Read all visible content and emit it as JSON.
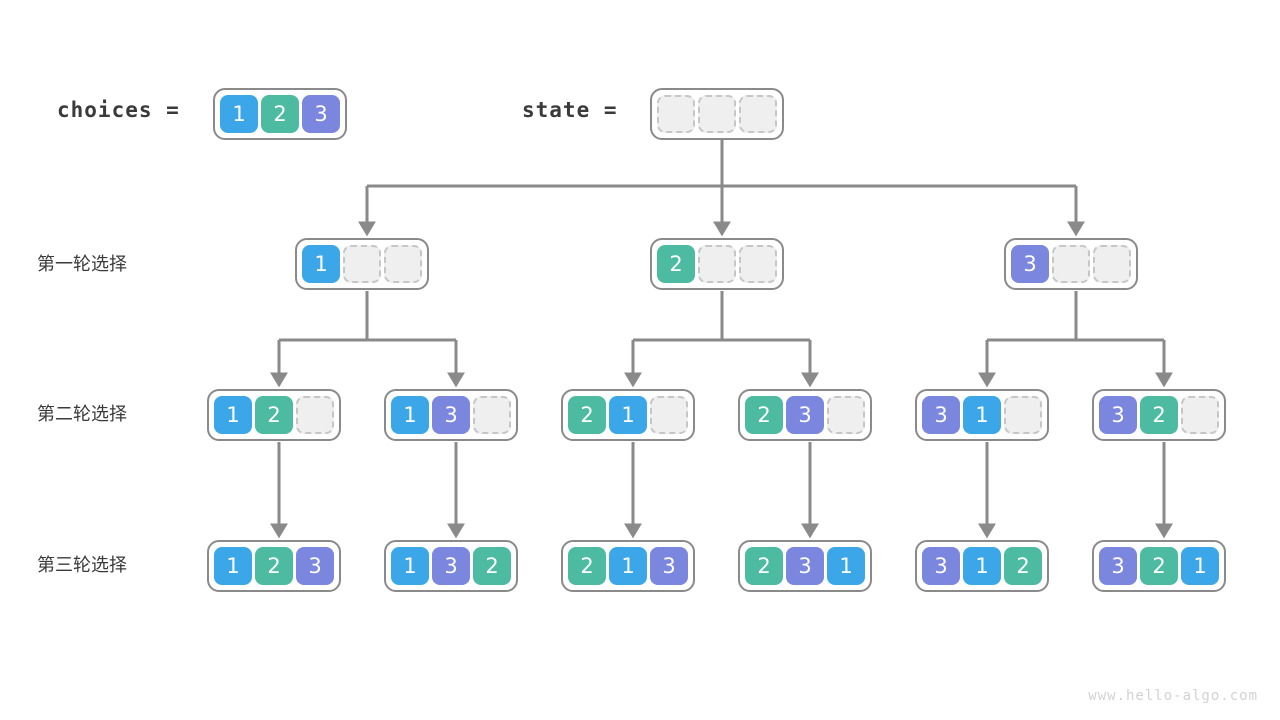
{
  "header": {
    "choices_label": "choices =",
    "state_label": "state =",
    "choices_values": [
      "1",
      "2",
      "3"
    ],
    "state_values": [
      "",
      "",
      ""
    ]
  },
  "row_labels": {
    "round1": "第一轮选择",
    "round2": "第二轮选择",
    "round3": "第三轮选择"
  },
  "colors": {
    "value_1": "#3BA7E8",
    "value_2": "#4CBBA2",
    "value_3": "#7B86DE",
    "empty_fill": "#EFEFEF",
    "empty_border": "#C6C6C6",
    "node_border": "#8A8A8A",
    "edge": "#8A8A8A",
    "text": "#3A3A3A",
    "watermark": "#D2D2D2"
  },
  "tree": {
    "root": [
      "",
      "",
      ""
    ],
    "level1": [
      {
        "cells": [
          "1",
          "",
          ""
        ]
      },
      {
        "cells": [
          "2",
          "",
          ""
        ]
      },
      {
        "cells": [
          "3",
          "",
          ""
        ]
      }
    ],
    "level2": [
      {
        "cells": [
          "1",
          "2",
          ""
        ]
      },
      {
        "cells": [
          "1",
          "3",
          ""
        ]
      },
      {
        "cells": [
          "2",
          "1",
          ""
        ]
      },
      {
        "cells": [
          "2",
          "3",
          ""
        ]
      },
      {
        "cells": [
          "3",
          "1",
          ""
        ]
      },
      {
        "cells": [
          "3",
          "2",
          ""
        ]
      }
    ],
    "level3": [
      {
        "cells": [
          "1",
          "2",
          "3"
        ]
      },
      {
        "cells": [
          "1",
          "3",
          "2"
        ]
      },
      {
        "cells": [
          "2",
          "1",
          "3"
        ]
      },
      {
        "cells": [
          "2",
          "3",
          "1"
        ]
      },
      {
        "cells": [
          "3",
          "1",
          "2"
        ]
      },
      {
        "cells": [
          "3",
          "2",
          "1"
        ]
      }
    ]
  },
  "watermark": "www.hello-algo.com"
}
